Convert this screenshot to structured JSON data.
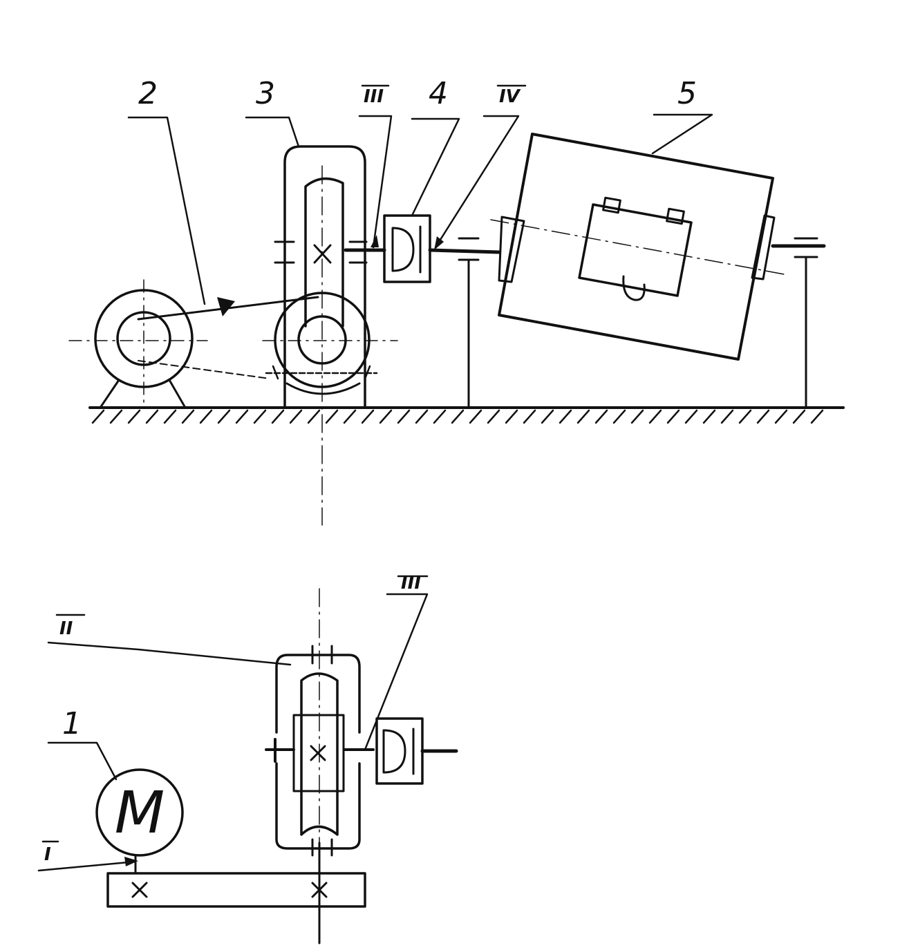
{
  "labels": {
    "motor_number": "1",
    "belt_drive_number": "2",
    "reducer_number": "3",
    "coupling_number": "4",
    "drum_number": "5",
    "shaft_I": "I",
    "shaft_II": "II",
    "shaft_III_top": "III",
    "shaft_III_bottom": "III",
    "shaft_IV": "IV",
    "motor_symbol": "M"
  },
  "colors": {
    "ink": "#111111",
    "paper": "#ffffff"
  }
}
